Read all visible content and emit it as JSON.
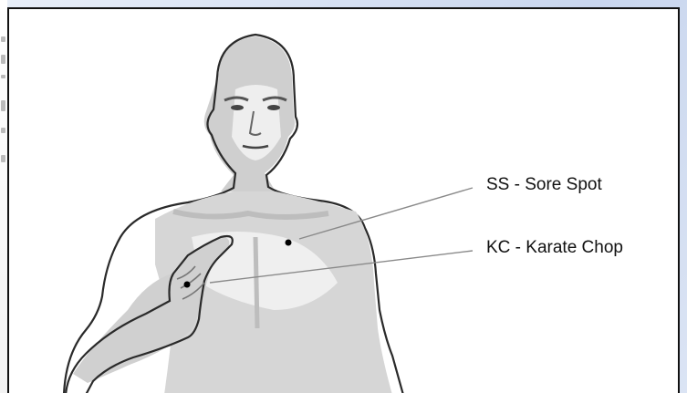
{
  "diagram": {
    "callouts": [
      {
        "id": "ss",
        "label": "SS - Sore Spot"
      },
      {
        "id": "kc",
        "label": "KC - Karate Chop"
      }
    ],
    "colors": {
      "skin_shadow": "#c9c9c9",
      "outline": "#2a2a2a",
      "leader_line": "#8a8a8a",
      "point": "#000000",
      "frame_border": "#111111"
    }
  }
}
